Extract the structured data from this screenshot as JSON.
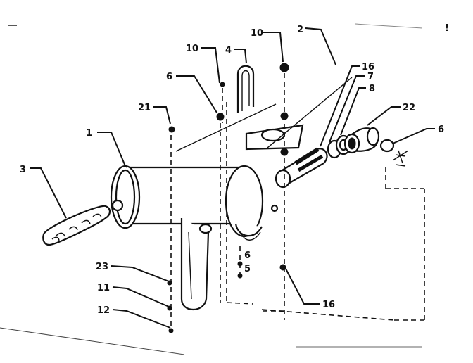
{
  "callouts": {
    "c1": "1",
    "c2": "2",
    "c3": "3",
    "c4": "4",
    "c5": "5",
    "c6a": "6",
    "c6b": "6",
    "c6c": "6",
    "c7": "7",
    "c8": "8",
    "c10a": "10",
    "c10b": "10",
    "c11": "11",
    "c12": "12",
    "c16a": "16",
    "c16b": "16",
    "c21": "21",
    "c22": "22",
    "c23": "23"
  },
  "marks": {
    "corner_mark": "!"
  }
}
